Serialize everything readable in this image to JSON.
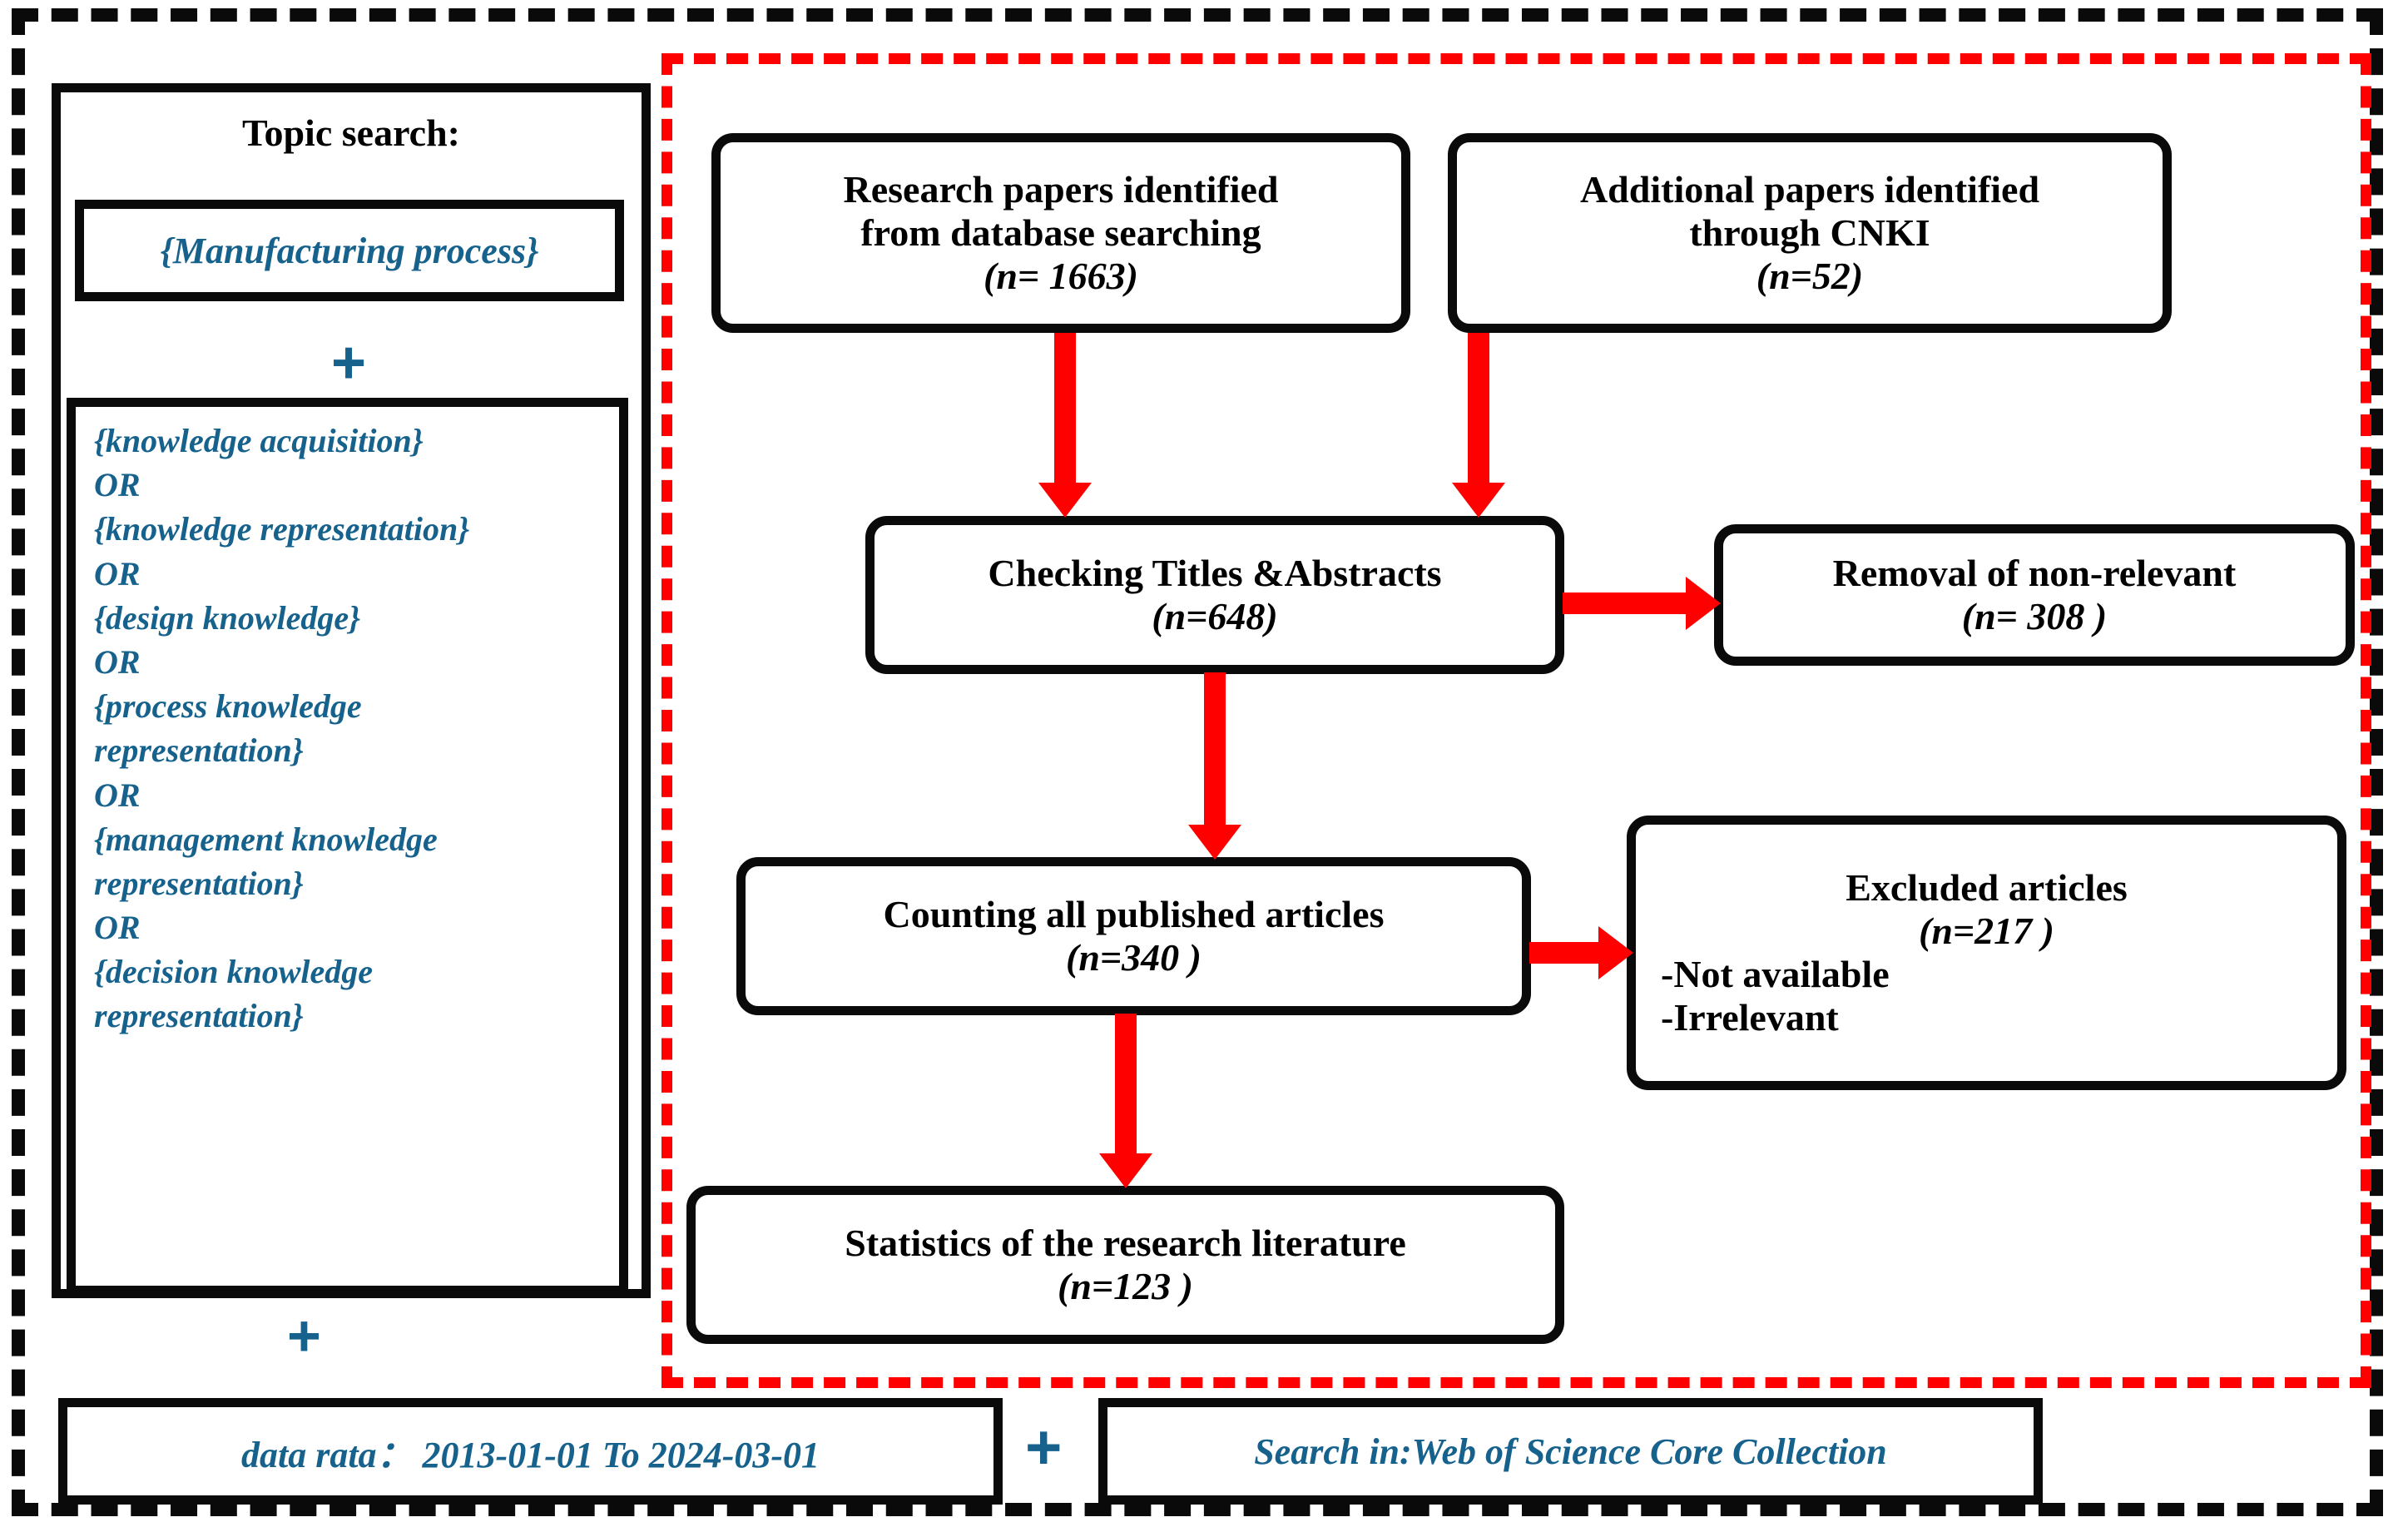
{
  "colors": {
    "accent_blue": "#16628c",
    "arrow_red": "#ff0000",
    "frame_black": "#0a0a0a",
    "inner_frame_red": "#ff0000"
  },
  "topic_panel": {
    "title": "Topic search:",
    "primary_term": "{Manufacturing process}",
    "plus_symbol": "+",
    "keyword_lines": [
      "{knowledge acquisition}",
      "OR",
      "{knowledge representation}",
      "OR",
      "{design knowledge}",
      "OR",
      "{process knowledge",
      "representation}",
      "OR",
      "{management knowledge",
      "representation}",
      "OR",
      "{decision knowledge",
      "representation}"
    ]
  },
  "bottom_strip": {
    "date_range": "data rata： 2013-01-01 To 2024-03-01",
    "plus_symbol": "+",
    "search_source": "Search in:Web of Science Core Collection"
  },
  "flow": {
    "database_search": {
      "line1": "Research papers identified",
      "line2": "from database searching",
      "count": "(n= 1663)"
    },
    "cnki": {
      "line1": "Additional papers identified",
      "line2": "through CNKI",
      "count": "(n=52)"
    },
    "checking": {
      "line1": "Checking Titles &Abstracts",
      "count": "(n=648)"
    },
    "removal": {
      "line1": "Removal of non-relevant",
      "count": "(n= 308 )"
    },
    "counting": {
      "line1": "Counting all published articles",
      "count": "(n=340 )"
    },
    "excluded": {
      "line1": "Excluded articles",
      "count": "(n=217 )",
      "reason1": "-Not available",
      "reason2": "-Irrelevant"
    },
    "statistics": {
      "line1": "Statistics of the research literature",
      "count": "(n=123 )"
    }
  }
}
